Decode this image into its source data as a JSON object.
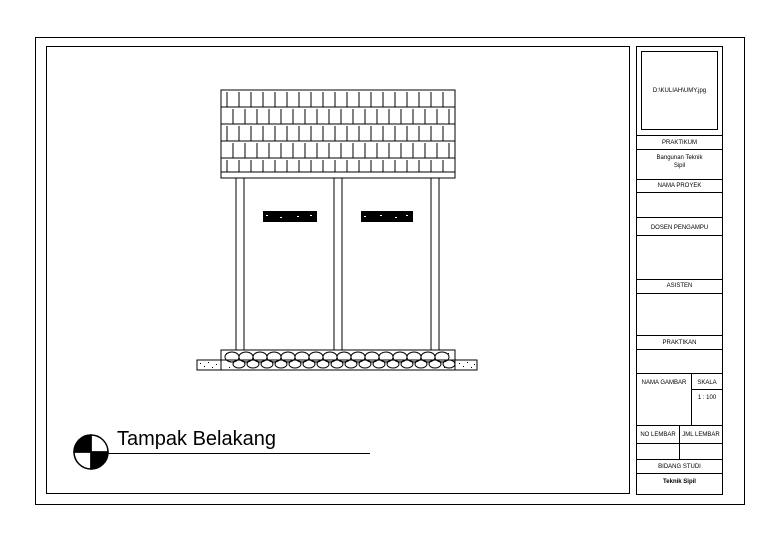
{
  "title_block": {
    "image_placeholder": "D:\\KULIAH\\UMY.jpg",
    "praktikum_label": "PRAKTIKUM",
    "praktikum_value_line1": "Bangunan Teknik",
    "praktikum_value_line2": "Sipil",
    "nama_proyek_label": "NAMA PROYEK",
    "dosen_label": "DOSEN PENGAMPU",
    "asisten_label": "ASISTEN",
    "praktikan_label": "PRAKTIKAN",
    "nama_gambar_label": "NAMA GAMBAR",
    "skala_label": "SKALA",
    "skala_value": "1 : 100",
    "no_lembar_label": "NO LEMBAR",
    "jml_lembar_label": "JML LEMBAR",
    "bidang_studi_label": "BIDANG STUDI",
    "bidang_studi_value": "Teknik Sipil"
  },
  "drawing": {
    "title": "Tampak Belakang"
  },
  "colors": {
    "line": "#000000",
    "background": "#ffffff"
  }
}
